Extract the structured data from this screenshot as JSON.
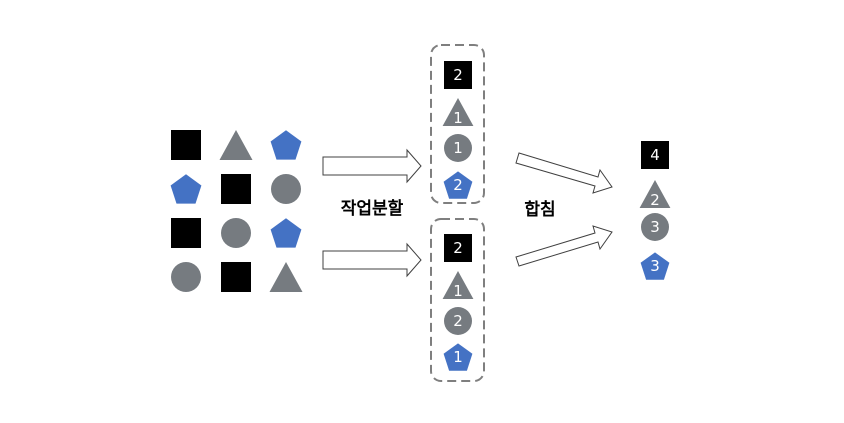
{
  "colors": {
    "square": "#000000",
    "triangle": "#767b80",
    "circle": "#767b80",
    "pentagon": "#4472c4",
    "box_border": "#7f7f7f",
    "arrow_stroke": "#404040"
  },
  "steps": {
    "split_label": "작업분할",
    "merge_label": "합침"
  },
  "input_grid": [
    [
      "square",
      "triangle",
      "pentagon"
    ],
    [
      "pentagon",
      "square",
      "circle"
    ],
    [
      "square",
      "circle",
      "pentagon"
    ],
    [
      "circle",
      "square",
      "triangle"
    ]
  ],
  "partitions": [
    {
      "name": "partition-top",
      "items": [
        {
          "shape": "square",
          "count": "2"
        },
        {
          "shape": "triangle",
          "count": "1"
        },
        {
          "shape": "circle",
          "count": "1"
        },
        {
          "shape": "pentagon",
          "count": "2"
        }
      ]
    },
    {
      "name": "partition-bottom",
      "items": [
        {
          "shape": "square",
          "count": "2"
        },
        {
          "shape": "triangle",
          "count": "1"
        },
        {
          "shape": "circle",
          "count": "2"
        },
        {
          "shape": "pentagon",
          "count": "1"
        }
      ]
    }
  ],
  "merged": {
    "items": [
      {
        "shape": "square",
        "count": "4"
      },
      {
        "shape": "triangle",
        "count": "2"
      },
      {
        "shape": "circle",
        "count": "3"
      },
      {
        "shape": "pentagon",
        "count": "3"
      }
    ]
  }
}
